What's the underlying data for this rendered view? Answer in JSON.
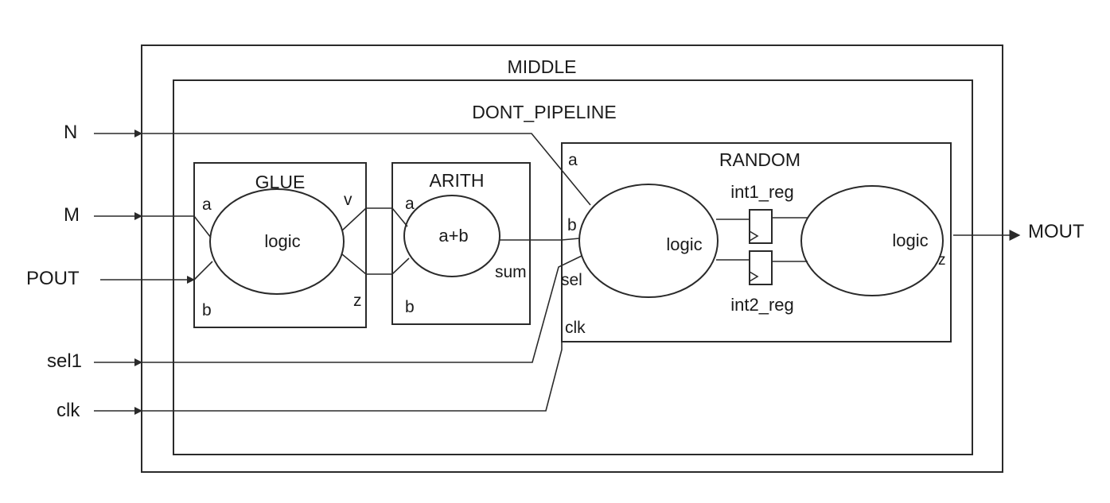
{
  "blocks": {
    "middle": "MIDDLE",
    "dont_pipeline": "DONT_PIPELINE",
    "glue": "GLUE",
    "arith": "ARITH",
    "random": "RANDOM"
  },
  "inputs": {
    "n": "N",
    "m": "M",
    "pout": "POUT",
    "sel1": "sel1",
    "clk": "clk"
  },
  "outputs": {
    "mout": "MOUT"
  },
  "glue": {
    "a": "a",
    "b": "b",
    "v": "v",
    "z": "z",
    "logic": "logic"
  },
  "arith": {
    "a": "a",
    "b": "b",
    "sum": "sum",
    "op": "a+b"
  },
  "random": {
    "a": "a",
    "b": "b",
    "sel": "sel",
    "clk": "clk",
    "z": "z",
    "logic1": "logic",
    "logic2": "logic",
    "reg1": "int1_reg",
    "reg2": "int2_reg"
  }
}
